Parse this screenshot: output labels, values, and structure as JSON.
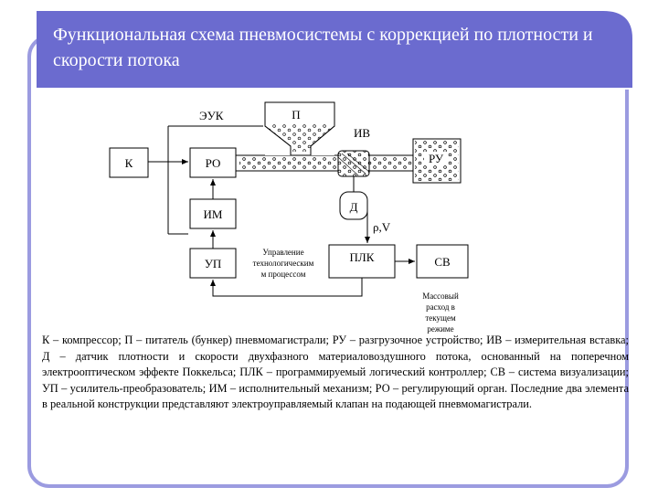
{
  "title": "Функциональная схема пневмосистемы с коррекцией по плотности и скорости потока",
  "theme": {
    "banner": "#6b6bcf",
    "frame": "#9b9be0",
    "rule": "#4a4aa0"
  },
  "diagram": {
    "blocks": {
      "k": "К",
      "ro": "РО",
      "im": "ИМ",
      "up": "УП",
      "p": "П",
      "d": "Д",
      "plk": "ПЛК",
      "sv": "СВ",
      "ru": "РУ"
    },
    "labels": {
      "euk": "ЭУК",
      "iv": "ИВ",
      "rho_v": "ρ,V",
      "control_1": "Управление",
      "control_2": "технологическим",
      "control_3": "м процессом",
      "mass_1": "Массовый",
      "mass_2": "расход в",
      "mass_3": "текущем",
      "mass_4": "режиме"
    }
  },
  "caption": "К – компрессор; П – питатель (бункер) пневмомагистрали; РУ – разгрузочное устройство; ИВ – измерительная вставка; Д – датчик плотности и скорости двухфазного материаловоздушного потока, основанный на поперечном электрооптическом эффекте Поккельса; ПЛК – программируемый логический контроллер; СВ – система визуализации; УП – усилитель-преобразователь; ИМ – исполнительный механизм; РО – регулирующий орган. Последние два элемента в реальной конструкции представляют электроуправляемый клапан на подающей пневмомагистрали."
}
